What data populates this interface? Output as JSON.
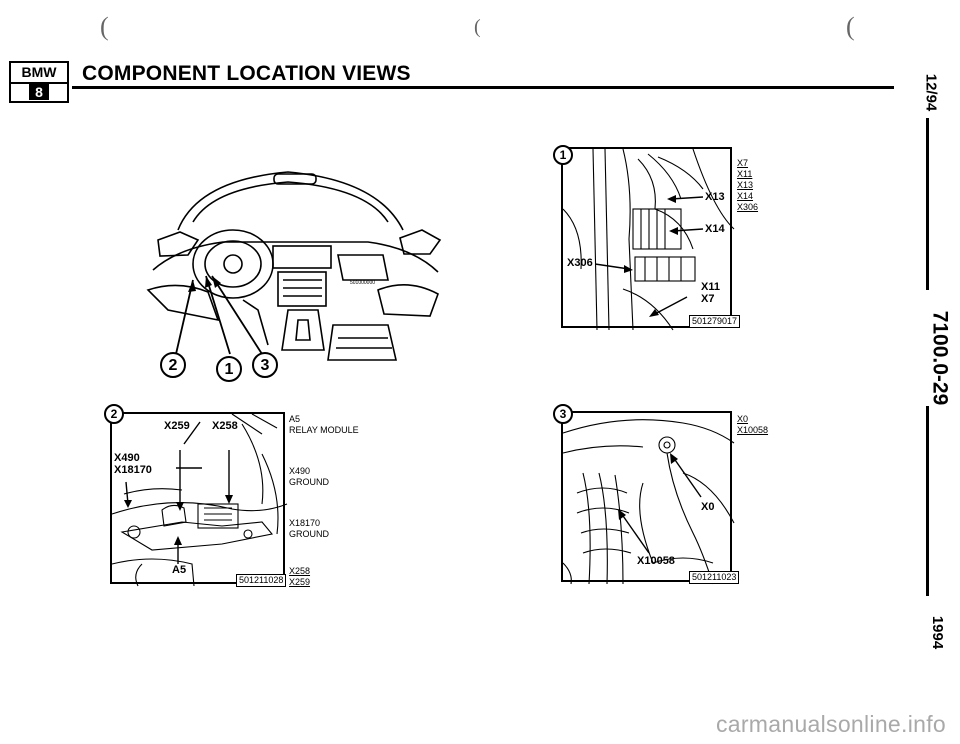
{
  "header": {
    "logo_brand": "BMW",
    "logo_model": "8",
    "title": "COMPONENT LOCATION VIEWS"
  },
  "side": {
    "date": "12/94",
    "doc_number": "7100.0-29",
    "year": "1994"
  },
  "overview": {
    "callouts": [
      "2",
      "1",
      "3"
    ],
    "part_no": "501000000"
  },
  "figure1": {
    "number": "1",
    "key": [
      "X7",
      "X11",
      "X13",
      "X14",
      "X306"
    ],
    "labels": {
      "x13": "X13",
      "x14": "X14",
      "x306": "X306",
      "x11": "X11",
      "x7": "X7"
    },
    "part_no": "501279017"
  },
  "figure2": {
    "number": "2",
    "labels": {
      "x259": "X259",
      "x258": "X258",
      "x490": "X490",
      "x18170": "X18170",
      "a5": "A5"
    },
    "key": [
      {
        "code": "A5",
        "desc": "RELAY MODULE"
      },
      {
        "code": "X490",
        "desc": "GROUND"
      },
      {
        "code": "X18170",
        "desc": "GROUND"
      },
      {
        "code": "X258",
        "desc": ""
      },
      {
        "code": "X259",
        "desc": ""
      }
    ],
    "part_no": "501211028"
  },
  "figure3": {
    "number": "3",
    "key": [
      "X0",
      "X10058"
    ],
    "labels": {
      "x0": "X0",
      "x10058": "X10058"
    },
    "part_no": "501211023"
  },
  "watermark": "carmanualsonline.info"
}
